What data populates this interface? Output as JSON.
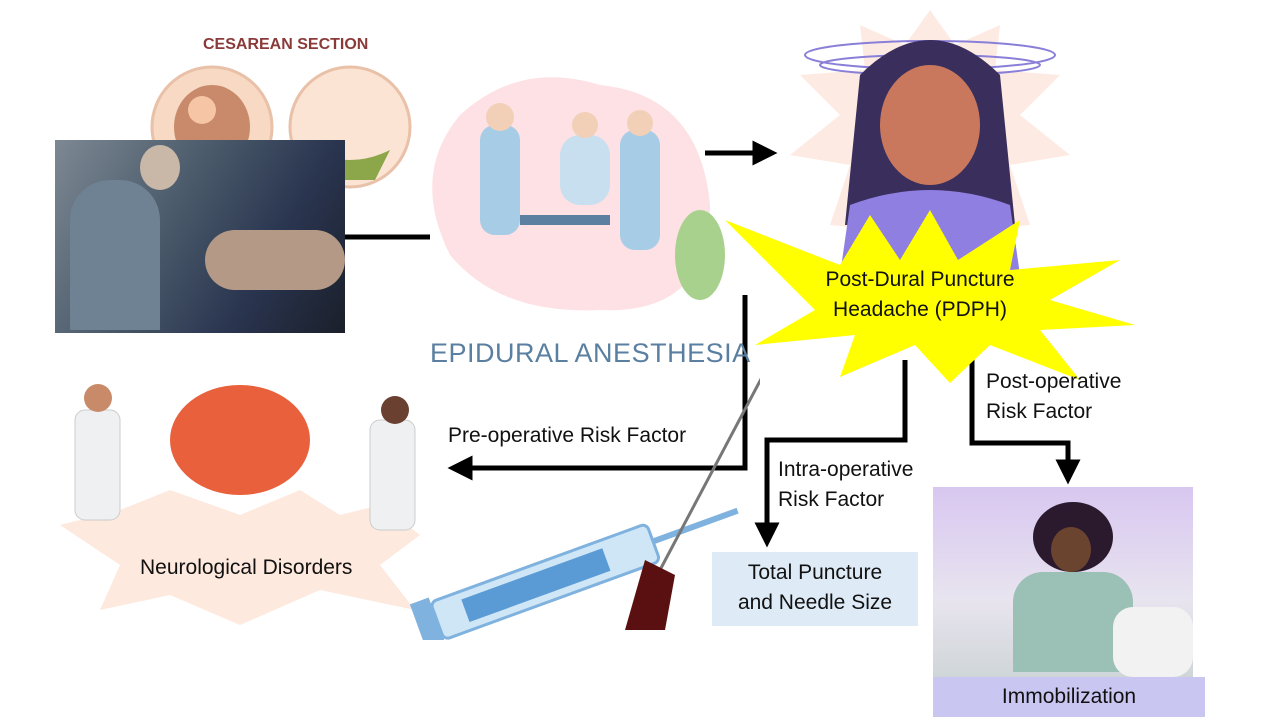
{
  "cesarean": {
    "title": "CESAREAN SECTION"
  },
  "epidural": {
    "title": "EPIDURAL ANESTHESIA"
  },
  "pdph": {
    "line1": "Post-Dural Puncture",
    "line2": "Headache (PDPH)"
  },
  "labels": {
    "post_op_1": "Post-operative",
    "post_op_2": "Risk Factor",
    "pre_op": "Pre-operative Risk Factor",
    "intra_op_1": "Intra-operative",
    "intra_op_2": "Risk Factor"
  },
  "boxes": {
    "needle_1": "Total Puncture",
    "needle_2": "and Needle Size",
    "neuro": "Neurological Disorders",
    "immobilization": "Immobilization"
  },
  "colors": {
    "starburst": "#ffff00",
    "needle_box": "#deebf7",
    "immob_box": "#c9c6f2",
    "neuro_burst": "#fde9dd",
    "cesarean_title": "#8b3a3a",
    "epidural_title": "#5a7fa0"
  }
}
